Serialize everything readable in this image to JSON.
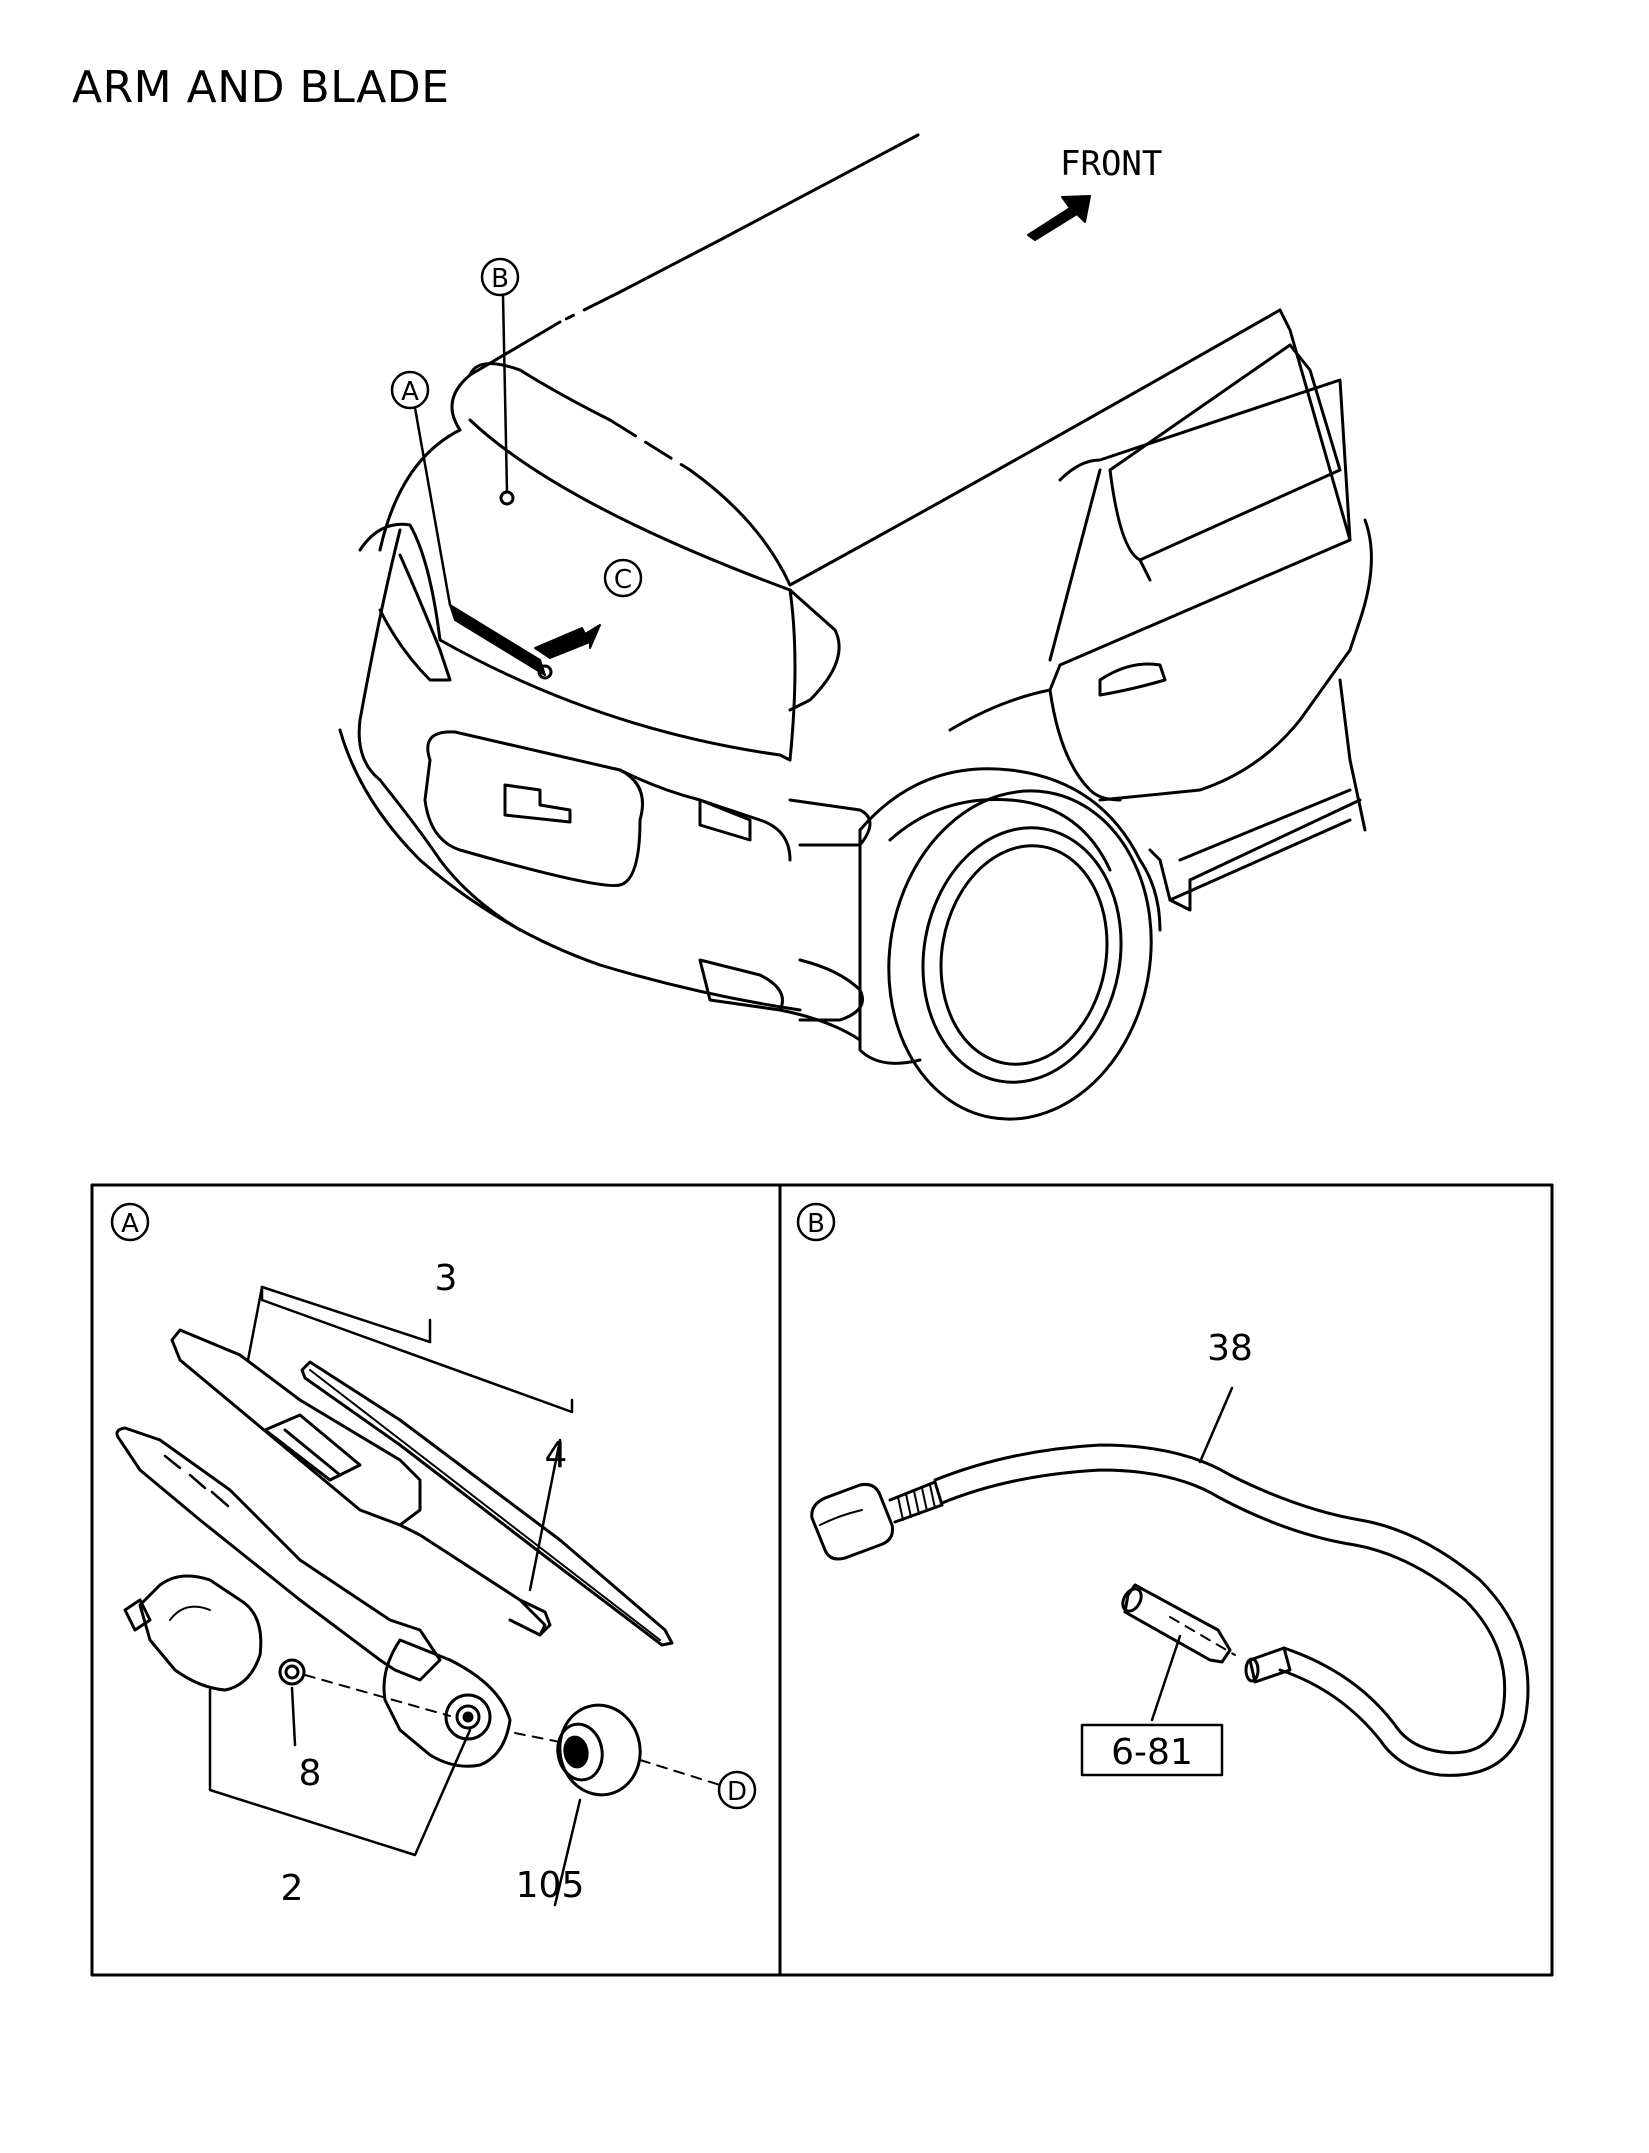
{
  "title": "ARM AND BLADE",
  "overview": {
    "direction_label": "FRONT",
    "callouts": {
      "a": "A",
      "b": "B",
      "c": "C"
    }
  },
  "detail_a": {
    "panel_tag": "A",
    "parts": {
      "arm": "2",
      "blade_assy": "3",
      "blade": "4",
      "nut": "8",
      "cap": "105"
    },
    "ref_callout": "D"
  },
  "detail_b": {
    "panel_tag": "B",
    "parts": {
      "hose": "38"
    },
    "ref_box": "6-81"
  }
}
